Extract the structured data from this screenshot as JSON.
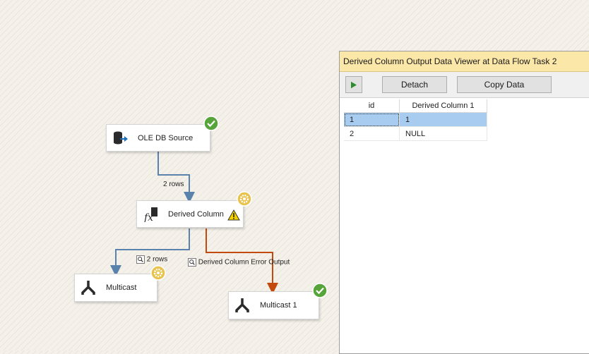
{
  "flow": {
    "ole_db_source": {
      "label": "OLE DB Source",
      "status": "success"
    },
    "derived_column": {
      "label": "Derived Column",
      "status": "running",
      "warning": true
    },
    "multicast": {
      "label": "Multicast",
      "status": "running"
    },
    "multicast1": {
      "label": "Multicast 1",
      "status": "success"
    },
    "paths": {
      "source_to_derived": "2 rows",
      "derived_to_multicast": "2 rows",
      "error_output": "Derived Column Error Output"
    }
  },
  "viewer": {
    "title": "Derived Column Output Data Viewer at Data Flow Task 2",
    "detach_label": "Detach",
    "copy_label": "Copy Data",
    "columns": [
      "id",
      "Derived Column 1"
    ],
    "rows": [
      [
        "1",
        "1"
      ],
      [
        "2",
        "NULL"
      ]
    ],
    "selected_row": 0
  },
  "colors": {
    "path_blue": "#5b82ad",
    "path_error": "#c4490d",
    "success_green": "#57a53a",
    "running_yellow": "#e8c24a",
    "titlebar": "#fbe7a8",
    "selection": "#a8ccef"
  }
}
